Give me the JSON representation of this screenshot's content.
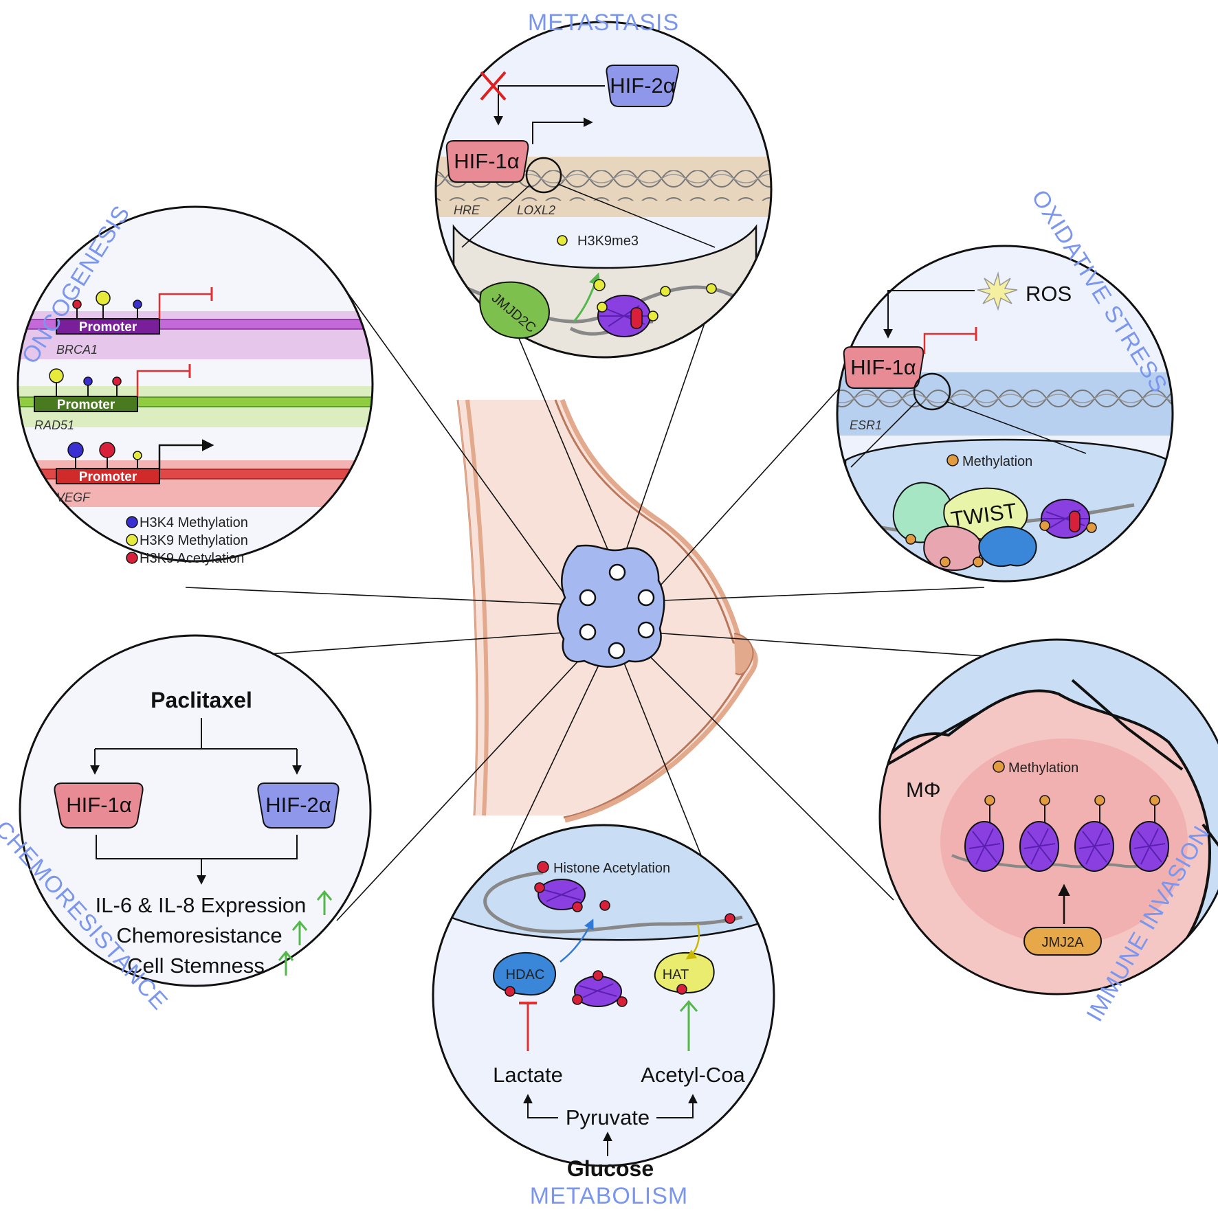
{
  "sections": {
    "metastasis": {
      "title": "METASTASIS",
      "hif2": "HIF-2α",
      "hif1": "HIF-1α",
      "hre": "HRE",
      "loxl2": "LOXL2",
      "mark": "H3K9me3",
      "enzyme": "JMJD2C"
    },
    "oncogenesis": {
      "title": "ONCOGENESIS",
      "promoter": "Promoter",
      "genes": [
        "BRCA1",
        "RAD51",
        "VEGF"
      ],
      "legend": [
        "H3K4 Methylation",
        "H3K9 Methylation",
        "H3K9 Acetylation"
      ]
    },
    "oxidative": {
      "title": "OXIDATIVE STRESS",
      "ros": "ROS",
      "hif1": "HIF-1α",
      "gene": "ESR1",
      "mark": "Methylation",
      "factor": "TWIST"
    },
    "chemoresistance": {
      "title": "CHEMORESISTANCE",
      "drug": "Paclitaxel",
      "hif1": "HIF-1α",
      "hif2": "HIF-2α",
      "outcomes": [
        "IL-6 & IL-8 Expression",
        "Chemoresistance",
        "Cell Stemness"
      ]
    },
    "metabolism": {
      "title": "METABOLISM",
      "mark": "Histone Acetylation",
      "hdac": "HDAC",
      "hat": "HAT",
      "lactate": "Lactate",
      "acetyl": "Acetyl-Coa",
      "pyruvate": "Pyruvate",
      "glucose": "Glucose"
    },
    "immune": {
      "title": "IMMUNE INVASION",
      "cell": "MΦ",
      "mark": "Methylation",
      "enzyme": "JMJ2A"
    }
  },
  "colors": {
    "title": "#7a96ee",
    "hif1": "#e88b95",
    "hif2": "#8f97ea",
    "tumor": "#a5b8f0",
    "skin": "#f7e1d8",
    "skin_edge": "#e3a98c",
    "nucleosome": "#8a3fe0",
    "h3k4": "#3a2fd0",
    "h3k9_meth": "#e6ea3a",
    "h3k9_ac": "#d9203a",
    "methyl": "#e39b3f",
    "up_arrow": "#52b84a",
    "inhibit": "#e03030"
  }
}
